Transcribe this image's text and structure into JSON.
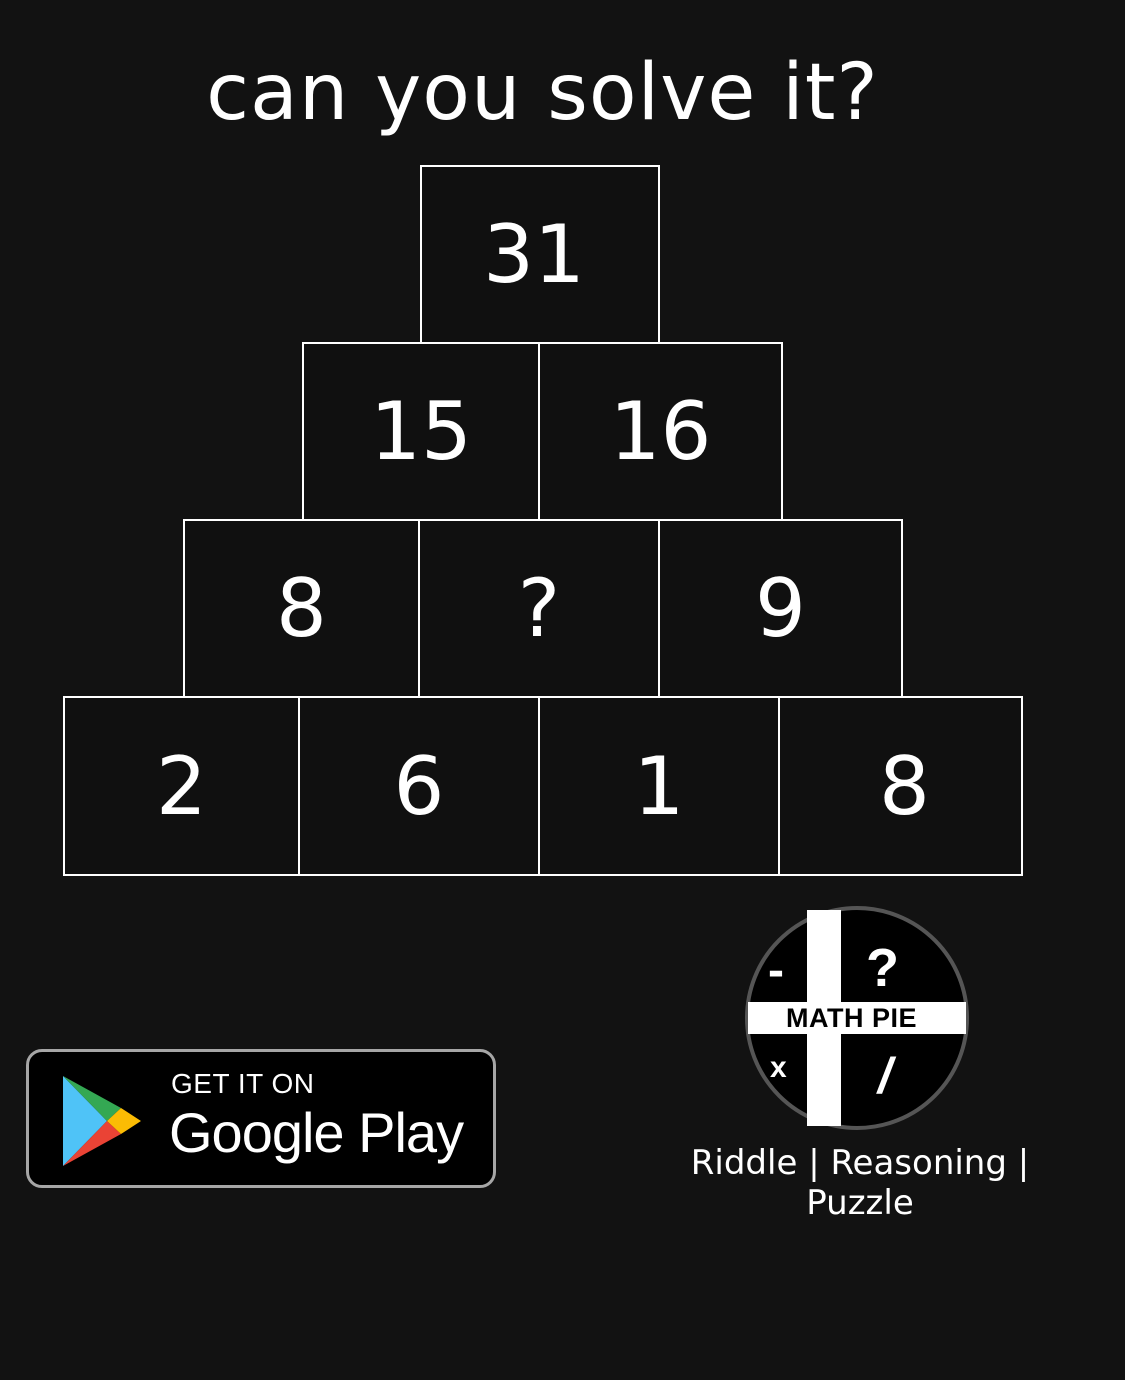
{
  "title": "can you solve it?",
  "pyramid": {
    "row1": [
      "31"
    ],
    "row2": [
      "15",
      "16"
    ],
    "row3": [
      "8",
      "?",
      "9"
    ],
    "row4": [
      "2",
      "6",
      "1",
      "8"
    ]
  },
  "badge": {
    "line1": "GET IT ON",
    "line2": "Google Play"
  },
  "logo": {
    "name": "MATH PIE",
    "symbols": {
      "minus": "-",
      "question": "?",
      "times": "x",
      "divide": "/"
    }
  },
  "tagline": "Riddle | Reasoning | Puzzle",
  "colors": {
    "background": "#121212",
    "cell_border": "#ffffff",
    "text": "#ffffff",
    "badge_border": "#a6a6a6"
  }
}
